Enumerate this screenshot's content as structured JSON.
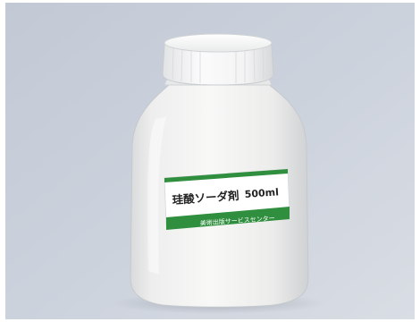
{
  "product": {
    "name": "珪酸ソーダ剤",
    "volume": "500ml",
    "publisher": "美術出版サービスセンター"
  },
  "colors": {
    "background": "#c9d0db",
    "bottle": "#f3f4f3",
    "label_band": "#2f8f3e",
    "label_white": "#ffffff"
  }
}
